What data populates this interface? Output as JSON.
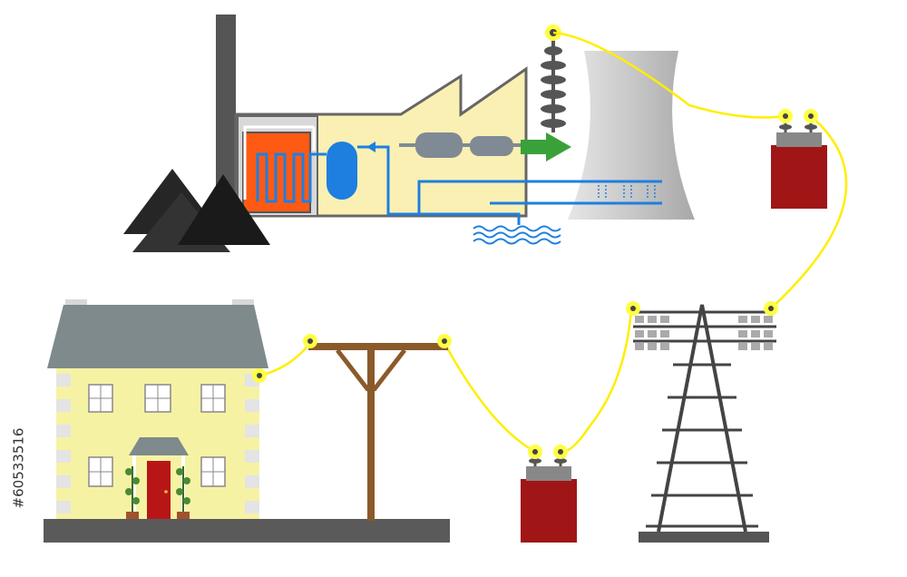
{
  "stock_id": "#60533516",
  "colors": {
    "wire": "#ffee00",
    "insulator_glow": "#ffff44",
    "factory_wall": "#faf0b4",
    "boiler": "#ff5a14",
    "water": "#1e7fe0",
    "arrow": "#3aa13a",
    "transformer": "#a01616",
    "ground": "#5a5a5a",
    "house_wall": "#f6f2a4",
    "roof": "#7e8a8c",
    "door": "#b81616",
    "pole_wood": "#8b5a2b",
    "pylon": "#444444",
    "coal": "#1a1a1a",
    "cooling_tower": "#d0d0d0"
  },
  "components": [
    {
      "name": "coal-piles",
      "icon": "coal-pile-icon"
    },
    {
      "name": "power-station",
      "icon": "factory-icon"
    },
    {
      "name": "boiler",
      "icon": "boiler-icon"
    },
    {
      "name": "turbine-generator",
      "icon": "turbine-icon"
    },
    {
      "name": "cooling-tower",
      "icon": "cooling-tower-icon"
    },
    {
      "name": "step-up-transformer",
      "icon": "transformer-icon"
    },
    {
      "name": "transmission-pylon",
      "icon": "pylon-icon"
    },
    {
      "name": "step-down-transformer",
      "icon": "transformer-icon"
    },
    {
      "name": "utility-pole",
      "icon": "utility-pole-icon"
    },
    {
      "name": "house",
      "icon": "house-icon"
    }
  ]
}
